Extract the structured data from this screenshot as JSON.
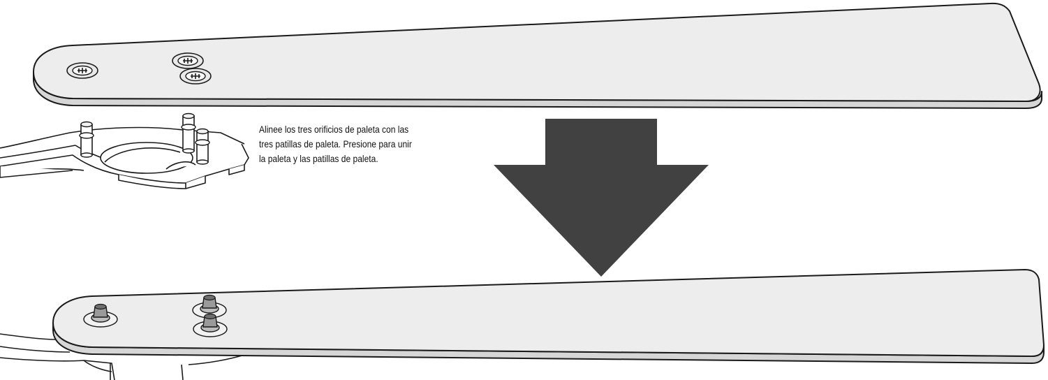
{
  "instruction": {
    "lines": [
      "Alinee los tres orificios de paleta con las",
      "tres patillas de paleta. Presione para unir",
      "la paleta y las patillas de paleta."
    ]
  },
  "colors": {
    "blade_fill": "#ededed",
    "blade_edge": "#d6d6d6",
    "outline": "#1a1a1a",
    "arrow": "#414141",
    "pin_metal": "#9a9a9a",
    "washer": "#f2f2f2"
  },
  "icons": {
    "arrow": "down-arrow-icon",
    "screw": "screw-hole-icon",
    "pin": "blade-pin-icon"
  }
}
